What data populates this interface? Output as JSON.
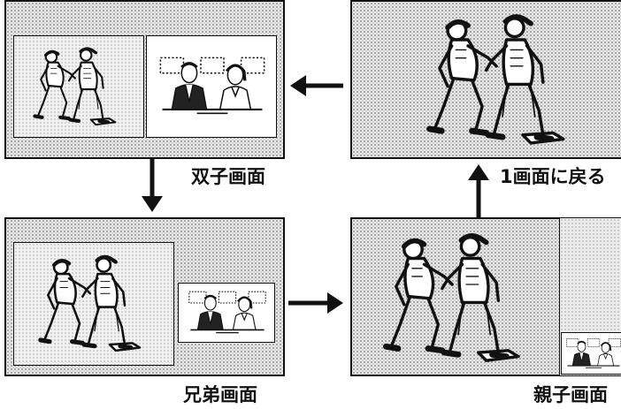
{
  "diagram": {
    "labels": {
      "twin": "双子画面",
      "single": "1画面に戻る",
      "sibling": "兄弟画面",
      "parent_child": "親子画面"
    },
    "colors": {
      "ink": "#111111",
      "screen_texture": "#e9e9e9",
      "inset_white": "#ffffff"
    },
    "panels": [
      {
        "id": "single",
        "content": [
          "baseball-scene"
        ]
      },
      {
        "id": "twin",
        "content": [
          "baseball-scene",
          "newscasters"
        ]
      },
      {
        "id": "sibling",
        "content": [
          "baseball-scene",
          "newscasters"
        ]
      },
      {
        "id": "parent_child",
        "content": [
          "baseball-scene",
          "newscasters"
        ]
      }
    ],
    "flow": [
      {
        "from": "single",
        "to": "twin",
        "direction": "left"
      },
      {
        "from": "twin",
        "to": "sibling",
        "direction": "down"
      },
      {
        "from": "sibling",
        "to": "parent_child",
        "direction": "right"
      },
      {
        "from": "parent_child",
        "to": "single",
        "direction": "up"
      }
    ]
  }
}
